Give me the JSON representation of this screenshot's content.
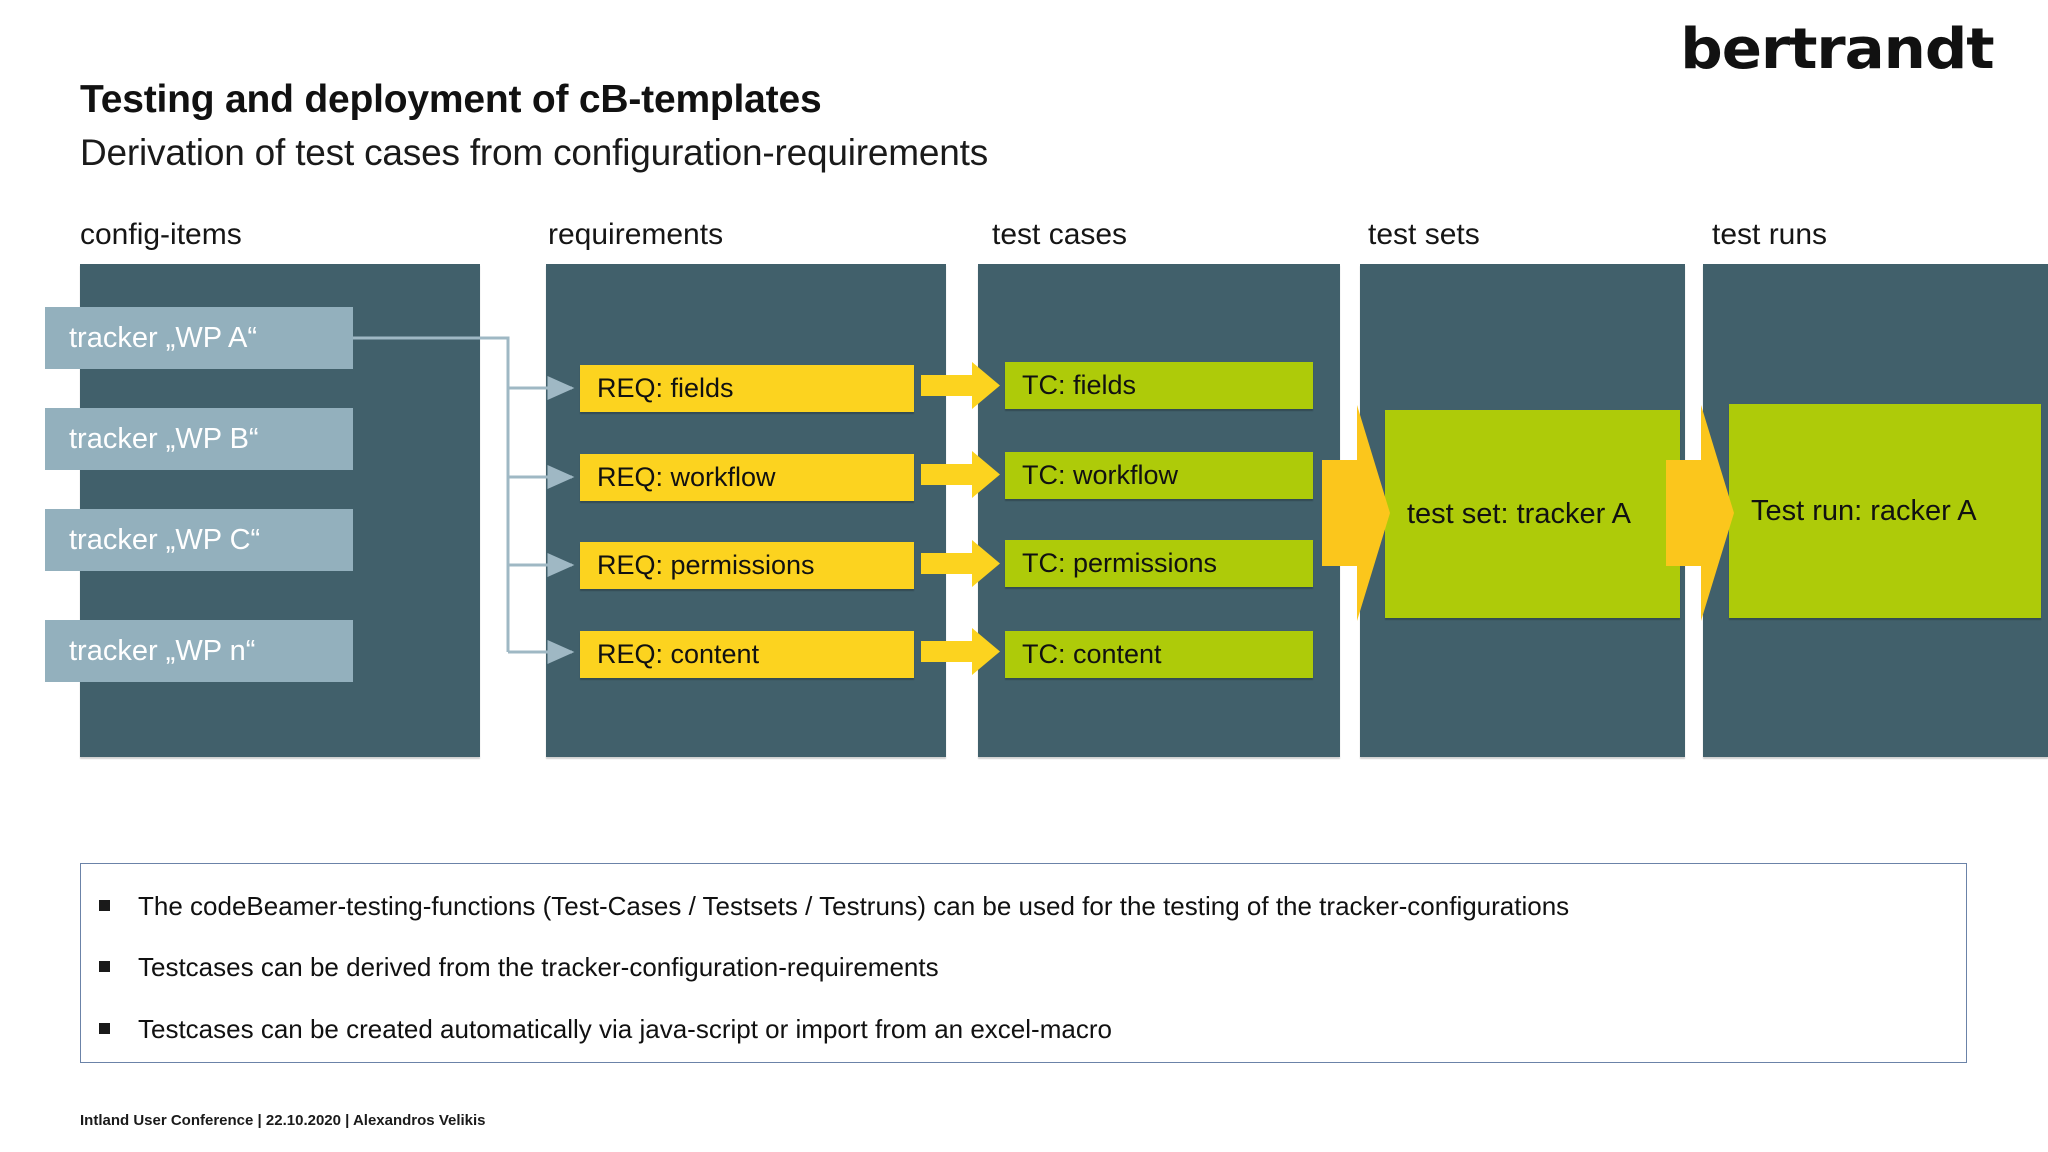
{
  "brand": {
    "logo_text": "bertrandt"
  },
  "header": {
    "title": "Testing and deployment of cB-templates",
    "subtitle": "Derivation of test cases from configuration-requirements"
  },
  "columns": [
    {
      "key": "config-items",
      "label": "config-items"
    },
    {
      "key": "requirements",
      "label": "requirements"
    },
    {
      "key": "test-cases",
      "label": "test cases"
    },
    {
      "key": "test-sets",
      "label": "test sets"
    },
    {
      "key": "test-runs",
      "label": "test runs"
    }
  ],
  "config_items": [
    {
      "label": "tracker „WP A“"
    },
    {
      "label": "tracker „WP B“"
    },
    {
      "label": "tracker „WP C“"
    },
    {
      "label": "tracker „WP n“"
    }
  ],
  "requirements": [
    {
      "label": "REQ: fields"
    },
    {
      "label": "REQ: workflow"
    },
    {
      "label": "REQ: permissions"
    },
    {
      "label": "REQ: content"
    }
  ],
  "test_cases": [
    {
      "label": "TC: fields"
    },
    {
      "label": "TC: workflow"
    },
    {
      "label": "TC: permissions"
    },
    {
      "label": "TC: content"
    }
  ],
  "test_sets": {
    "block_label": "test set: tracker A"
  },
  "test_runs": {
    "block_label": "Test run: racker A"
  },
  "bullets": [
    "The codeBeamer-testing-functions (Test-Cases / Testsets / Testruns) can be used for the testing of the tracker-configurations",
    "Testcases can be derived from the tracker-configuration-requirements",
    "Testcases can be created automatically via java-script or import from an excel-macro"
  ],
  "footer": {
    "text": "Intland User Conference | 22.10.2020 | Alexandros Velikis"
  },
  "colors": {
    "panel": "#41606b",
    "chip": "#93b0bd",
    "yellow": "#fcd31f",
    "green": "#aecb09",
    "connector": "#9fb8c4",
    "bullet_border": "#6b83a8",
    "text_dark": "#111111"
  }
}
